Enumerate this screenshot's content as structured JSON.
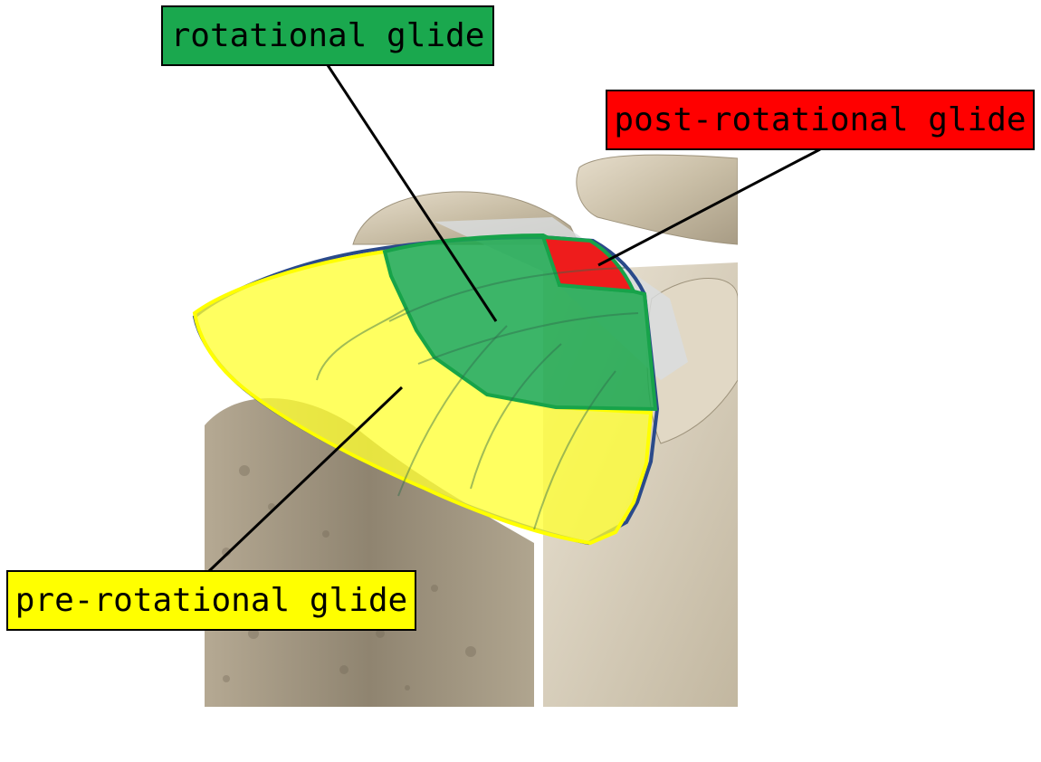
{
  "labels": {
    "rotational": {
      "text": "rotational glide",
      "color": "#1aa84e"
    },
    "post_rotational": {
      "text": "post-rotational glide",
      "color": "#ff0000"
    },
    "pre_rotational": {
      "text": "pre-rotational glide",
      "color": "#ffff00"
    }
  },
  "regions": {
    "rotational": {
      "color": "#1aa84e"
    },
    "post_rotational": {
      "color": "#ee1c1c"
    },
    "pre_rotational": {
      "color": "#ffff33"
    }
  },
  "bone_color": "#d8cfbc"
}
